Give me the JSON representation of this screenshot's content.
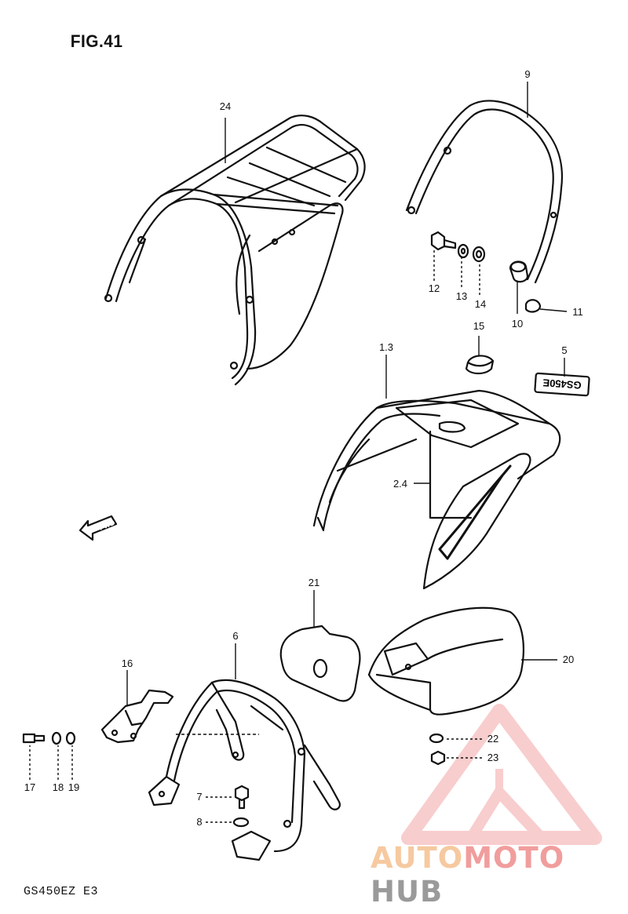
{
  "figure": {
    "title": "FIG.41",
    "model_code": "GS450EZ  E3",
    "fwd_label": "FWD"
  },
  "callouts": {
    "c1_3": "1.3",
    "c2_4": "2.4",
    "c5": "5",
    "c6": "6",
    "c7": "7",
    "c8": "8",
    "c9": "9",
    "c10": "10",
    "c11": "11",
    "c12": "12",
    "c13": "13",
    "c14": "14",
    "c15": "15",
    "c16": "16",
    "c17": "17",
    "c18": "18",
    "c19": "19",
    "c20": "20",
    "c21": "21",
    "c22": "22",
    "c23": "23",
    "c24": "24"
  },
  "emblem": {
    "text": "GS450E"
  },
  "watermark": {
    "part1": "AUTO",
    "part2": "MOTO",
    "part3": "HUB",
    "colors": {
      "auto": "#f6c9a0",
      "moto": "#f19d9d",
      "hub": "#9a9a9a",
      "triangle": "#f4a6a6"
    }
  }
}
